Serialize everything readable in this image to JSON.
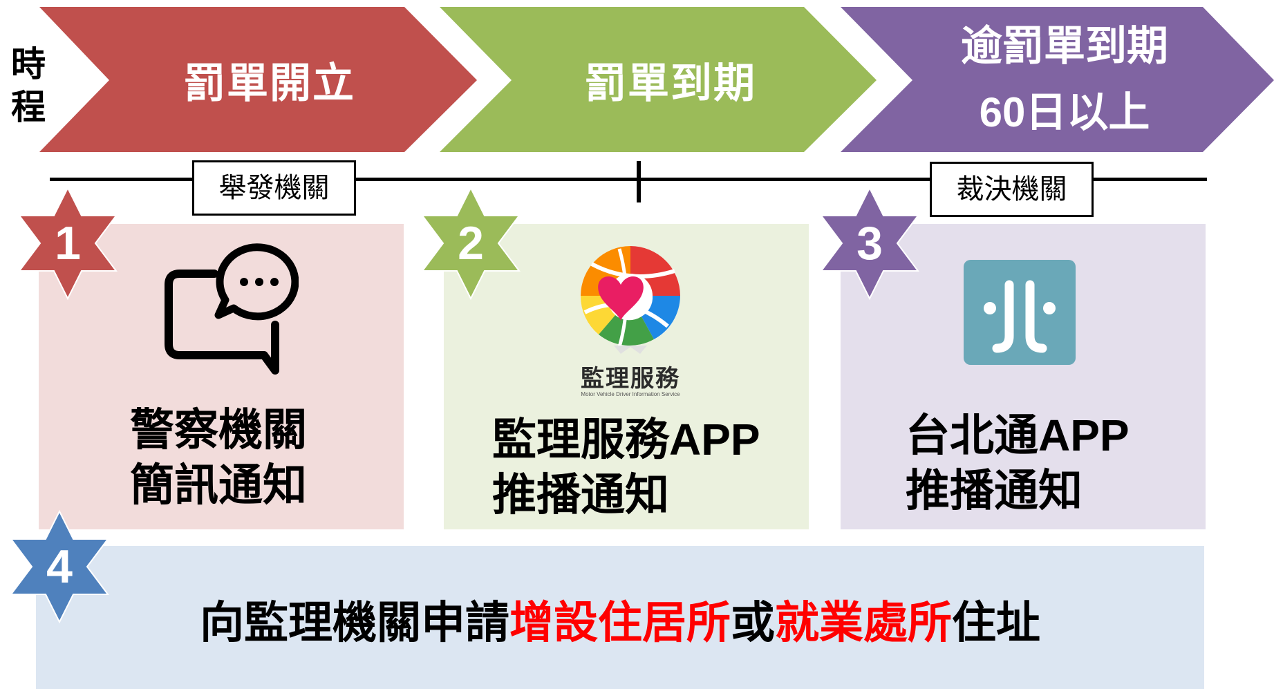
{
  "side_label": "時程",
  "timeline": {
    "stages": [
      {
        "label": "罰單開立",
        "color": "#c0504d"
      },
      {
        "label": "罰單到期",
        "color": "#9bbb59"
      },
      {
        "line1": "逾罰單到期",
        "line2": "60日以上",
        "color": "#8064a2"
      }
    ],
    "agency_left": "舉發機關",
    "agency_right": "裁決機關"
  },
  "panels": [
    {
      "number": "1",
      "star_color": "#c0504d",
      "icon": "chat-bubble-icon",
      "line1": "警察機關",
      "line2": "簡訊通知"
    },
    {
      "number": "2",
      "star_color": "#9bbb59",
      "icon": "motor-vehicle-service-logo",
      "logo_caption": "監理服務",
      "logo_sub": "Motor Vehicle Driver Information Service",
      "line1": "監理服務APP",
      "line2": "推播通知"
    },
    {
      "number": "3",
      "star_color": "#8064a2",
      "icon": "taipei-pass-logo",
      "line1": "台北通APP",
      "line2": "推播通知"
    }
  ],
  "bottom": {
    "number": "4",
    "star_color": "#4f81bd",
    "text_part1": "向監理機關申請",
    "text_highlight1": "增設住居所",
    "text_part2": "或",
    "text_highlight2": "就業處所",
    "text_part3": "住址",
    "highlight_color": "#ff0000"
  }
}
